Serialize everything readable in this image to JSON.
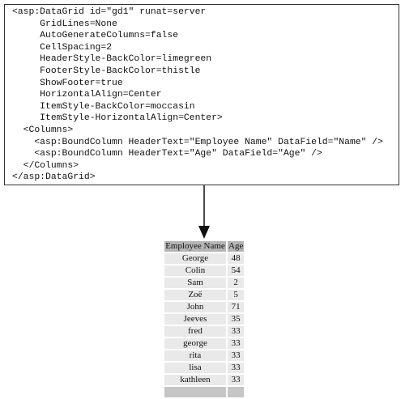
{
  "code_lines": [
    "<asp:DataGrid id=\"gd1\" runat=server",
    "     GridLines=None",
    "     AutoGenerateColumns=false",
    "     CellSpacing=2",
    "     HeaderStyle-BackColor=limegreen",
    "     FooterStyle-BackColor=thistle",
    "     ShowFooter=true",
    "     HorizontalAlign=Center",
    "     ItemStyle-BackColor=moccasin",
    "     ItemStyle-HorizontalAlign=Center>",
    "  <Columns>",
    "    <asp:BoundColumn HeaderText=\"Employee Name\" DataField=\"Name\" />",
    "    <asp:BoundColumn HeaderText=\"Age\" DataField=\"Age\" />",
    "  </Columns>",
    "</asp:DataGrid>"
  ],
  "grid": {
    "headers": [
      "Employee Name",
      "Age"
    ],
    "rows": [
      [
        "George",
        "48"
      ],
      [
        "Colin",
        "54"
      ],
      [
        "Sam",
        "2"
      ],
      [
        "Zoë",
        "5"
      ],
      [
        "John",
        "71"
      ],
      [
        "Jeeves",
        "35"
      ],
      [
        "fred",
        "33"
      ],
      [
        "george",
        "33"
      ],
      [
        "rita",
        "33"
      ],
      [
        "lisa",
        "33"
      ],
      [
        "kathleen",
        "33"
      ]
    ],
    "footer": [
      "",
      ""
    ]
  },
  "icons": {
    "arrow": "down-arrow-icon"
  },
  "colors": {
    "header_bg": "#b5b5b5",
    "item_bg": "#e9e9e9",
    "footer_bg": "#c6c6c6",
    "border": "#333333"
  }
}
